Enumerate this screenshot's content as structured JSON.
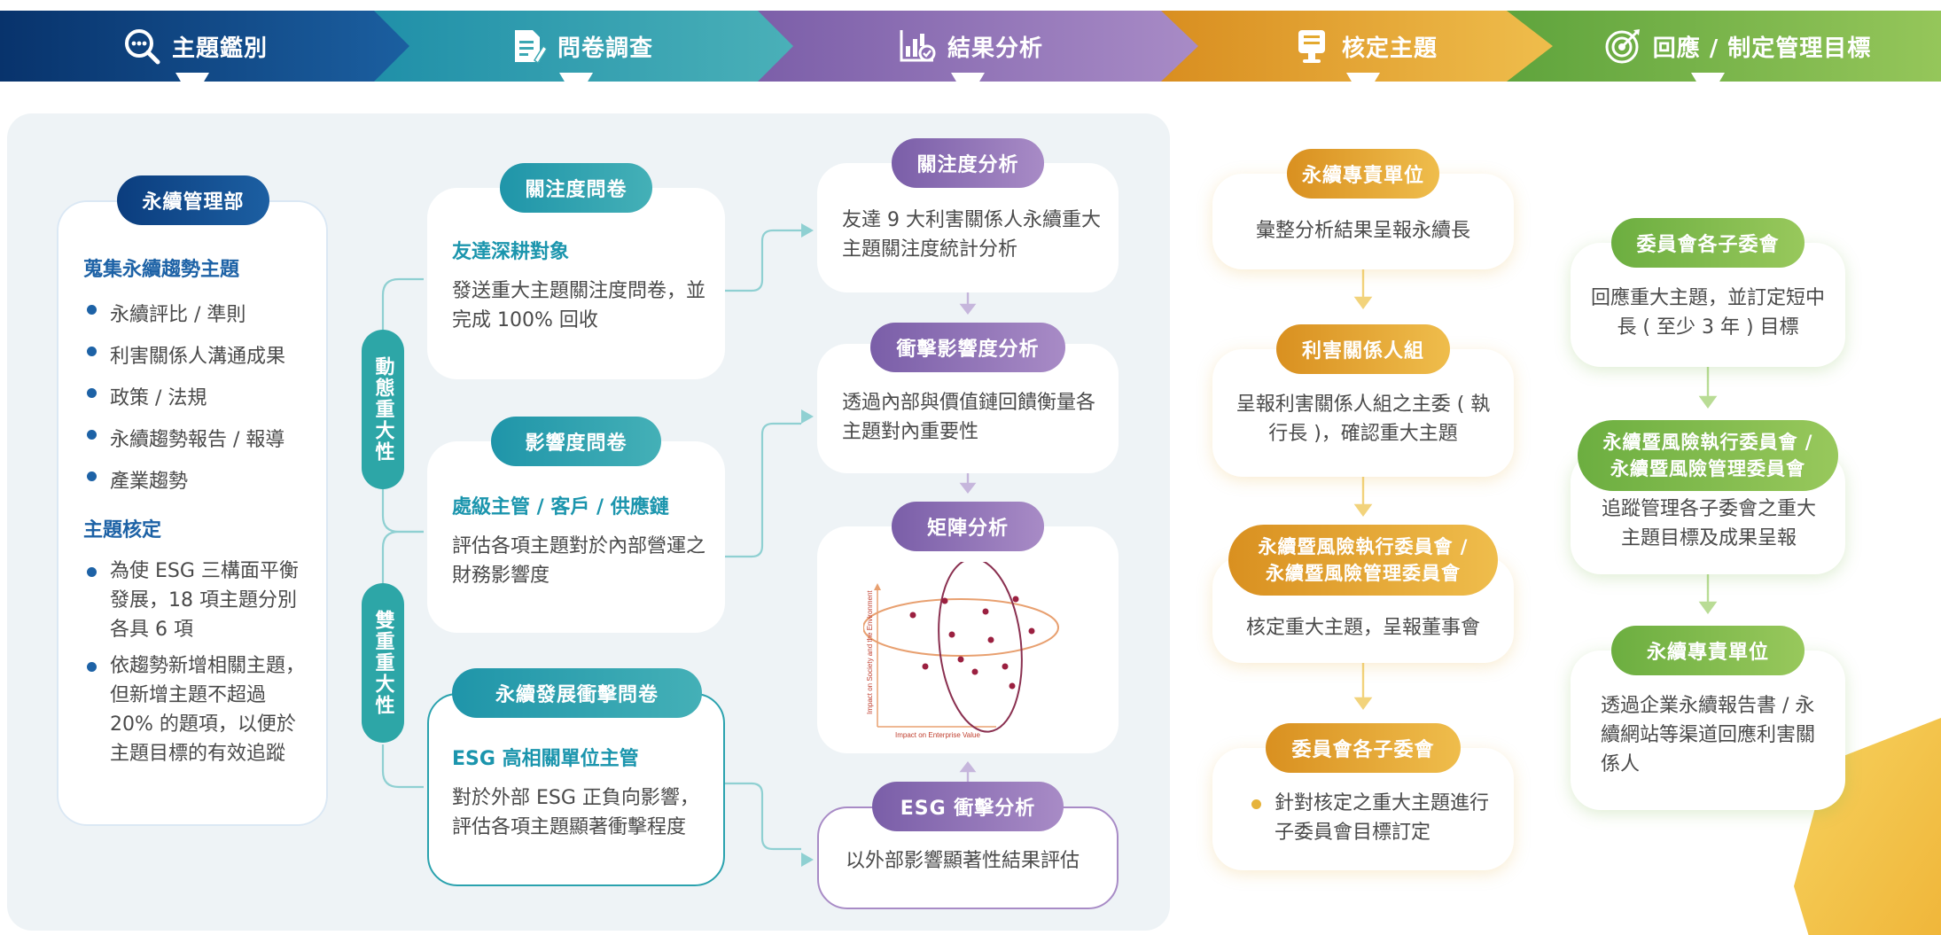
{
  "stages": [
    {
      "label": "主題鑑別",
      "icon": "search-chat-icon"
    },
    {
      "label": "問卷調查",
      "icon": "document-pen-icon"
    },
    {
      "label": "結果分析",
      "icon": "chart-check-icon"
    },
    {
      "label": "核定主題",
      "icon": "check-board-icon"
    },
    {
      "label": "回應 / 制定管理目標",
      "icon": "target-icon"
    }
  ],
  "identify": {
    "pill": "永續管理部",
    "heading1": "蒐集永續趨勢主題",
    "items1": [
      "永續評比 / 準則",
      "利害關係人溝通成果",
      "政策 / 法規",
      "永續趨勢報告 / 報導",
      "產業趨勢"
    ],
    "heading2": "主題核定",
    "items2": [
      "為使 ESG 三構面平衡發展，18 項主題分別各具 6 項",
      "依趨勢新增相關主題，但新增主題不超過 20% 的題項，以便於主題目標的有效追蹤"
    ]
  },
  "materiality": {
    "dynamic": "動態重大性",
    "double": "雙重重大性"
  },
  "survey": {
    "attention": {
      "pill": "關注度問卷",
      "sub": "友達深耕對象",
      "desc": "發送重大主題關注度問卷，並完成 100% 回收"
    },
    "impact": {
      "pill": "影響度問卷",
      "sub": "處級主管 / 客戶 / 供應鏈",
      "desc": "評估各項主題對於內部營運之財務影響度"
    },
    "esg": {
      "pill": "永續發展衝擊問卷",
      "sub": "ESG 高相關單位主管",
      "desc": "對於外部 ESG 正負向影響，評估各項主題顯著衝擊程度"
    }
  },
  "analysis": {
    "attention": {
      "pill": "關注度分析",
      "desc": "友達 9 大利害關係人永續重大主題關注度統計分析"
    },
    "impact": {
      "pill": "衝擊影響度分析",
      "desc": "透過內部與價值鏈回饋衡量各主題對內重要性"
    },
    "matrix": {
      "pill": "矩陣分析",
      "x_axis": "Impact on Enterprise Value",
      "y_axis": "Impact on Society and the Environment"
    },
    "esg": {
      "pill": "ESG 衝擊分析",
      "desc": "以外部影響顯著性結果評估"
    }
  },
  "approve": [
    {
      "pill": "永續專責單位",
      "desc": "彙整分析結果呈報永續長"
    },
    {
      "pill": "利害關係人組",
      "desc": "呈報利害關係人組之主委 ( 執行長 )，確認重大主題"
    },
    {
      "pill_l1": "永續暨風險執行委員會 /",
      "pill_l2": "永續暨風險管理委員會",
      "desc": "核定重大主題，呈報董事會"
    },
    {
      "pill": "委員會各子委會",
      "item": "針對核定之重大主題進行子委員會目標訂定"
    }
  ],
  "respond": [
    {
      "pill": "委員會各子委會",
      "desc": "回應重大主題，並訂定短中長 ( 至少 3 年 ) 目標"
    },
    {
      "pill_l1": "永續暨風險執行委員會 /",
      "pill_l2": "永續暨風險管理委員會",
      "desc": "追蹤管理各子委會之重大主題目標及成果呈報"
    },
    {
      "pill": "永續專責單位",
      "desc": "透過企業永續報告書 / 永續網站等渠道回應利害關係人"
    }
  ],
  "colors": {
    "navy": "#0b3d7e",
    "teal": "#2aa2ae",
    "purple": "#8c74b4",
    "gold": "#e3a92f",
    "green": "#7cb84a"
  }
}
